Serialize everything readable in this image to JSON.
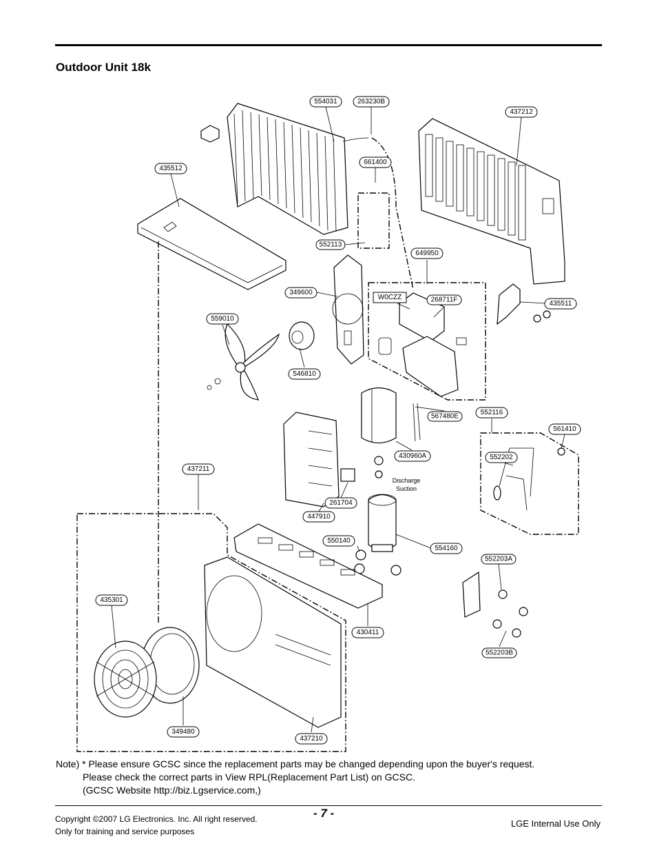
{
  "section_title": "Outdoor Unit 18k",
  "part_labels": {
    "p554031": "554031",
    "p263230B": "263230B",
    "p437212": "437212",
    "p435512": "435512",
    "p661400": "661400",
    "p552113": "552113",
    "p649950": "649950",
    "p349600": "349600",
    "pW0CZZ": "W0CZZ",
    "p268711F": "268711F",
    "p435511": "435511",
    "p559010": "559010",
    "p546810": "546810",
    "p567480E": "567480E",
    "p552116": "552116",
    "p561410": "561410",
    "p430960A": "430960A",
    "p552202": "552202",
    "p437211": "437211",
    "p261704": "261704",
    "p447910": "447910",
    "p550140": "550140",
    "p554160": "554160",
    "p552203A": "552203A",
    "p435301": "435301",
    "p430411": "430411",
    "p552203B": "552203B",
    "p349480": "349480",
    "p437210": "437210"
  },
  "annotations": {
    "discharge": "Discharge",
    "suction": "Suction"
  },
  "note": {
    "line1": "Note) * Please ensure GCSC since the replacement parts may be changed depending upon the buyer's request.",
    "line2": "Please check  the correct parts in View RPL(Replacement Part List) on GCSC.",
    "line3": "(GCSC Website  http://biz.Lgservice.com,)"
  },
  "footer": {
    "copyright": "Copyright ©2007 LG Electronics. Inc. All right reserved.",
    "purpose": "Only for training and service purposes",
    "page_number": "- 7 -",
    "internal": "LGE Internal Use Only"
  }
}
